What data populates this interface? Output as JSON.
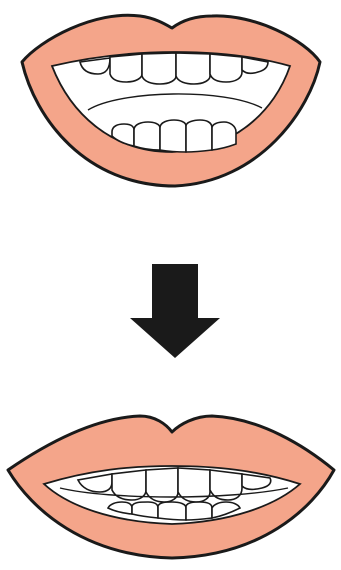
{
  "colors": {
    "lip": "#f4a58a",
    "outline": "#1a1a1a",
    "teeth": "#ffffff",
    "arrow": "#1a1a1a",
    "background": "#ffffff"
  },
  "panels": [
    {
      "state": "open smile",
      "icon": "open-mouth-icon"
    },
    {
      "state": "closed smile",
      "icon": "closed-mouth-icon"
    }
  ],
  "arrow": {
    "direction": "down",
    "icon": "down-arrow-icon"
  }
}
